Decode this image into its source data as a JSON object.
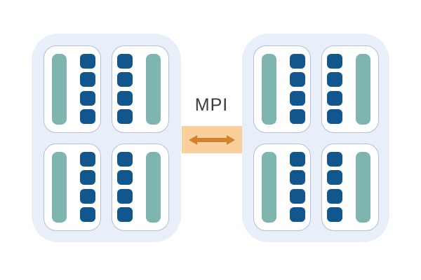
{
  "mpi": {
    "label": "MPI"
  },
  "colors": {
    "background": "#FFFFFF",
    "node_bg": "#E9EFF9",
    "socket_bg": "#FFFFFF",
    "socket_border": "#B4BEDA",
    "memory_bar": "#7EB5AF",
    "core": "#12568E",
    "link_bg": "#F9CF9C",
    "link_arrow": "#D5812E",
    "label_text": "#3B3B3B"
  },
  "cores_per_socket": 4,
  "nodes": [
    {
      "id": "node-1",
      "sockets": [
        {
          "mirrored": false
        },
        {
          "mirrored": true
        },
        {
          "mirrored": false
        },
        {
          "mirrored": true
        }
      ]
    },
    {
      "id": "node-2",
      "sockets": [
        {
          "mirrored": false
        },
        {
          "mirrored": true
        },
        {
          "mirrored": false
        },
        {
          "mirrored": true
        }
      ]
    }
  ]
}
